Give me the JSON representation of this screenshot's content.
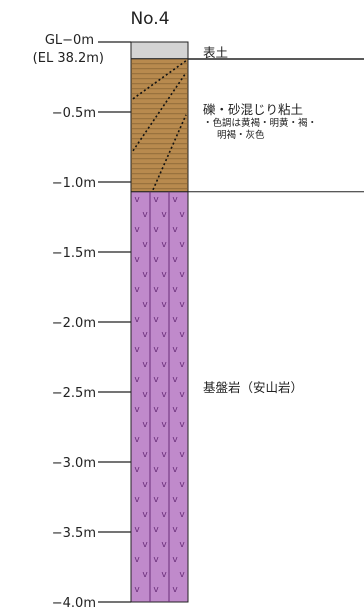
{
  "borehole": {
    "title": "No.4",
    "top_label": "GL−0m",
    "elevation_label": "(EL 38.2m)"
  },
  "depth_scale": {
    "max_depth": 4.0,
    "ticks": [
      {
        "depth": 0.5,
        "label": "−0.5m"
      },
      {
        "depth": 1.0,
        "label": "−1.0m"
      },
      {
        "depth": 1.5,
        "label": "−1.5m"
      },
      {
        "depth": 2.0,
        "label": "−2.0m"
      },
      {
        "depth": 2.5,
        "label": "−2.5m"
      },
      {
        "depth": 3.0,
        "label": "−3.0m"
      },
      {
        "depth": 3.5,
        "label": "−3.5m"
      },
      {
        "depth": 4.0,
        "label": "−4.0m"
      }
    ]
  },
  "layers": [
    {
      "name": "表土",
      "top": 0.0,
      "bottom": 0.12,
      "fill": "#d4d4d4",
      "pattern": "none",
      "note_lines": []
    },
    {
      "name": "礫・砂混じり粘土",
      "top": 0.12,
      "bottom": 1.07,
      "fill": "#b88a4e",
      "pattern": "stripes-dashed-diagonal",
      "note_lines": [
        "・色調は黄褐・明黄・褐・",
        "明褐・灰色"
      ]
    },
    {
      "name": "基盤岩（安山岩）",
      "top": 1.07,
      "bottom": 4.0,
      "fill": "#c08acb",
      "pattern": "v-marks",
      "note_lines": []
    }
  ],
  "colors": {
    "line": "#222222",
    "topsoil": "#d4d4d4",
    "clay": "#b88a4e",
    "rock": "#c08acb"
  }
}
